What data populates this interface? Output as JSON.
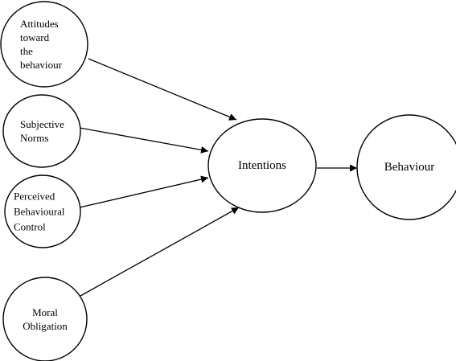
{
  "diagram": {
    "nodes": [
      {
        "id": "attitudes",
        "lines": [
          "Attitudes",
          "toward",
          "the",
          "behaviour"
        ]
      },
      {
        "id": "subjective-norms",
        "lines": [
          "Subjective",
          "Norms"
        ]
      },
      {
        "id": "perceived-behavioural-control",
        "lines": [
          "Perceived",
          "Behavioural",
          "Control"
        ]
      },
      {
        "id": "moral-obligation",
        "lines": [
          "Moral",
          "Obligation"
        ]
      },
      {
        "id": "intentions",
        "lines": [
          "Intentions"
        ]
      },
      {
        "id": "behaviour",
        "lines": [
          "Behaviour"
        ]
      }
    ],
    "edges": [
      {
        "from": "attitudes",
        "to": "intentions"
      },
      {
        "from": "subjective-norms",
        "to": "intentions"
      },
      {
        "from": "perceived-behavioural-control",
        "to": "intentions"
      },
      {
        "from": "moral-obligation",
        "to": "intentions"
      },
      {
        "from": "intentions",
        "to": "behaviour"
      }
    ]
  }
}
